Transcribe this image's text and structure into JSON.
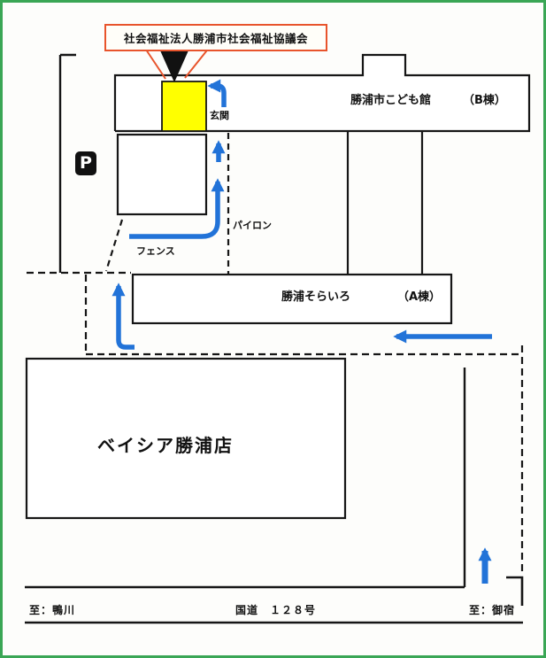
{
  "callout": {
    "label": "社会福祉法人勝浦市社会福祉協議会"
  },
  "map": {
    "parking": "P",
    "entrance": "玄関",
    "pylon": "パイロン",
    "fence": "フェンス",
    "building_b": {
      "name": "勝浦市こども館",
      "wing": "（B棟）"
    },
    "building_a": {
      "name": "勝浦そらいろ",
      "wing": "（A棟）"
    },
    "store": "ベイシア勝浦店"
  },
  "road": {
    "left": "至：鴨川",
    "route": "国道　１２８号",
    "right": "至：御宿"
  },
  "colors": {
    "frame_green": "#3aa655",
    "callout_orange": "#e8542c",
    "highlight_yellow": "#ffff00",
    "arrow_blue": "#2273d8",
    "line_black": "#161616"
  }
}
